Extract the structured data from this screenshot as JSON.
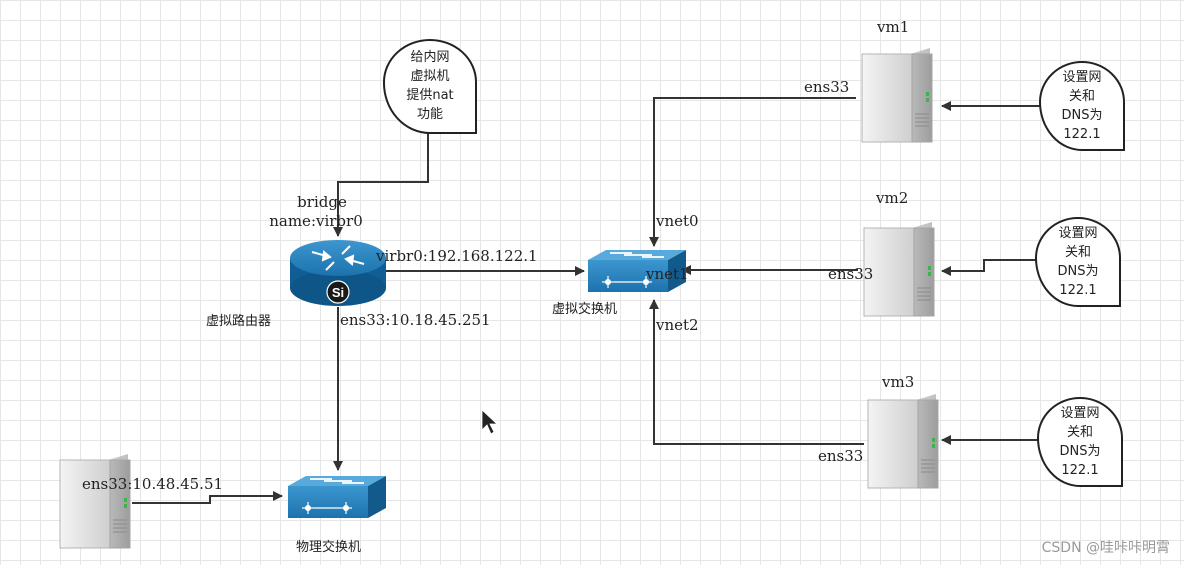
{
  "notes": {
    "nat": [
      "给内网",
      "虚拟机",
      "提供nat",
      "功能"
    ],
    "vm1_setting": [
      "设置网",
      "关和",
      "DNS为",
      "122.1"
    ],
    "vm2_setting": [
      "设置网",
      "关和",
      "DNS为",
      "122.1"
    ],
    "vm3_setting": [
      "设置网",
      "关和",
      "DNS为",
      "122.1"
    ]
  },
  "router": {
    "bridge_line1": "bridge",
    "bridge_line2": "name:virbr0",
    "virbr0_ip": "virbr0:192.168.122.1",
    "ens33_ip": "ens33:10.18.45.251",
    "caption": "虚拟路由器",
    "badge": "Si"
  },
  "virtual_switch": {
    "caption": "虚拟交换机",
    "vnet0": "vnet0",
    "vnet1": "vnet1",
    "vnet2": "vnet2"
  },
  "physical_switch": {
    "caption": "物理交换机"
  },
  "physical_host": {
    "ip": "ens33:10.48.45.51"
  },
  "vms": {
    "vm1": {
      "name": "vm1",
      "iface": "ens33"
    },
    "vm2": {
      "name": "vm2",
      "iface": "ens33"
    },
    "vm3": {
      "name": "vm3",
      "iface": "ens33"
    }
  },
  "watermark": "CSDN @哇咔咔明霄",
  "colors": {
    "device_blue": "#1a6fa8",
    "server_gray": "#c9c9c9",
    "edge": "#333333"
  }
}
